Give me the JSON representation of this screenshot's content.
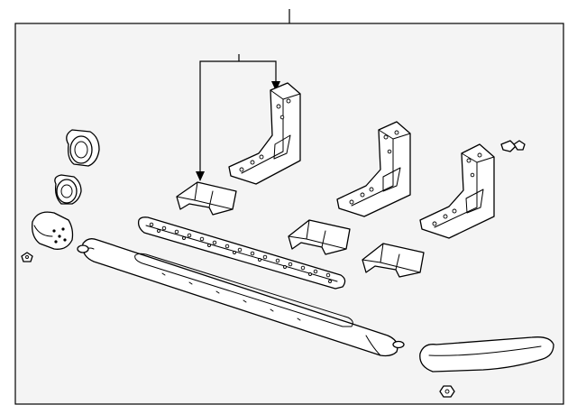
{
  "diagram": {
    "background": "#ffffff",
    "panel_fill": "#f4f4f4",
    "line_color": "#000000",
    "parts": [
      {
        "name": "running-board-assembly",
        "callout": ""
      },
      {
        "name": "front-support-bracket",
        "callout": ""
      },
      {
        "name": "center-support-bracket",
        "callout": ""
      },
      {
        "name": "rear-support-bracket",
        "callout": ""
      },
      {
        "name": "bracket-mount-pad",
        "callout": ""
      },
      {
        "name": "step-pad",
        "callout": ""
      },
      {
        "name": "step-tube",
        "callout": ""
      },
      {
        "name": "end-cap",
        "callout": ""
      },
      {
        "name": "rubber-seal",
        "callout": ""
      },
      {
        "name": "fastener",
        "callout": ""
      }
    ]
  }
}
